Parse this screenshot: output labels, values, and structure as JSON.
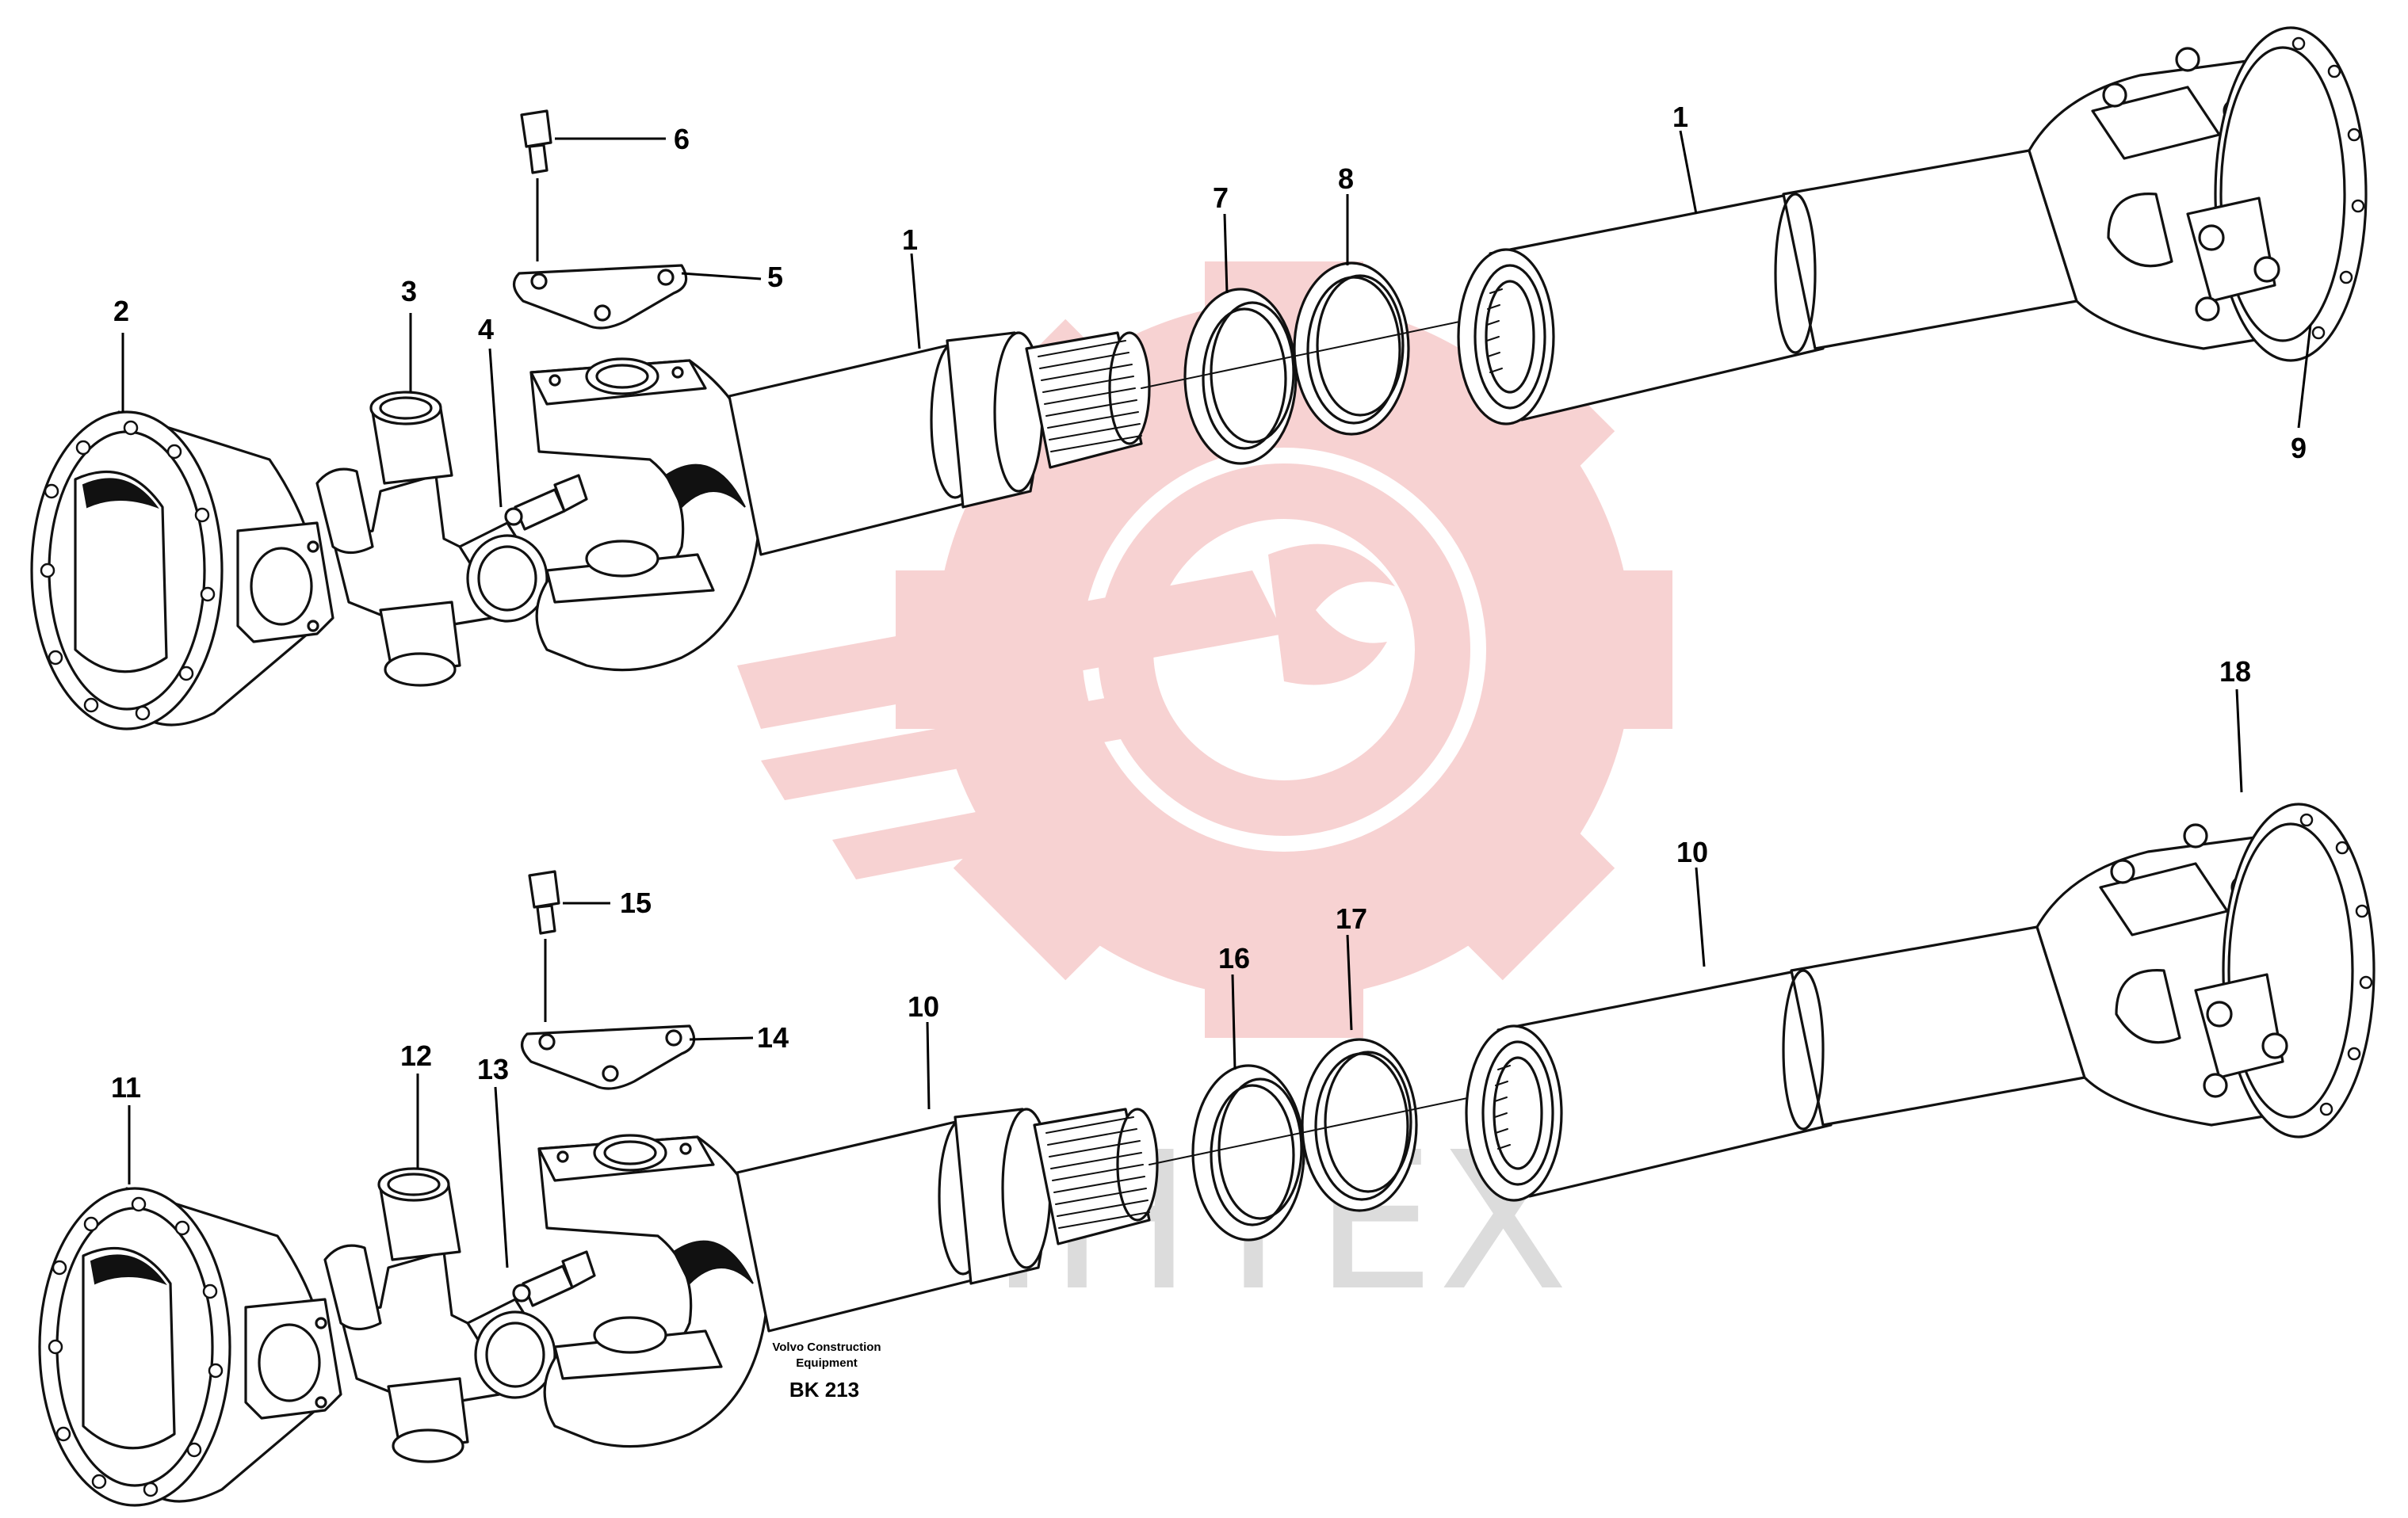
{
  "watermark": {
    "text": "ИНТЕХ",
    "gear_color": "#f7d2d2",
    "text_color": "#dcdcdc"
  },
  "caption": {
    "manufacturer_line1": "Volvo Construction",
    "manufacturer_line2": "Equipment",
    "code": "BK 213"
  },
  "callouts": [
    "1",
    "1",
    "2",
    "3",
    "4",
    "5",
    "6",
    "7",
    "8",
    "9",
    "10",
    "10",
    "10",
    "11",
    "12",
    "13",
    "14",
    "15",
    "16",
    "17",
    "18"
  ],
  "ink_color": "#111111"
}
